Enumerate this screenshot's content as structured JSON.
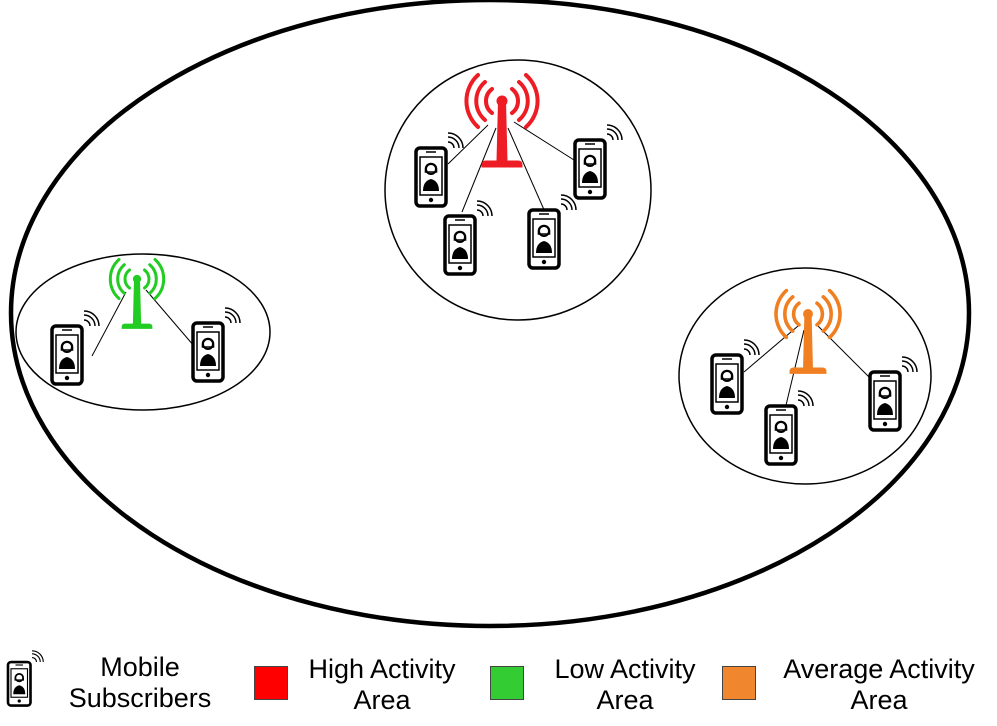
{
  "legend": {
    "mobile_line1": "Mobile",
    "mobile_line2": "Subscribers",
    "high_line1": "High Activity",
    "high_line2": "Area",
    "low_line1": "Low Activity",
    "low_line2": "Area",
    "avg_line1": "Average Activity",
    "avg_line2": "Area",
    "mobile_icon": "mobile-subscriber-icon"
  },
  "colors": {
    "high": "#ee1c24",
    "low": "#22cc22",
    "average": "#f07f22",
    "swatch_high": "#ff0000",
    "swatch_low": "#33cc33",
    "swatch_average": "#f0872e",
    "outline": "#000000"
  },
  "areas": [
    {
      "name": "high-activity-area",
      "color_key": "high",
      "subscribers": 4
    },
    {
      "name": "low-activity-area",
      "color_key": "low",
      "subscribers": 2
    },
    {
      "name": "average-activity-area",
      "color_key": "average",
      "subscribers": 3
    }
  ]
}
